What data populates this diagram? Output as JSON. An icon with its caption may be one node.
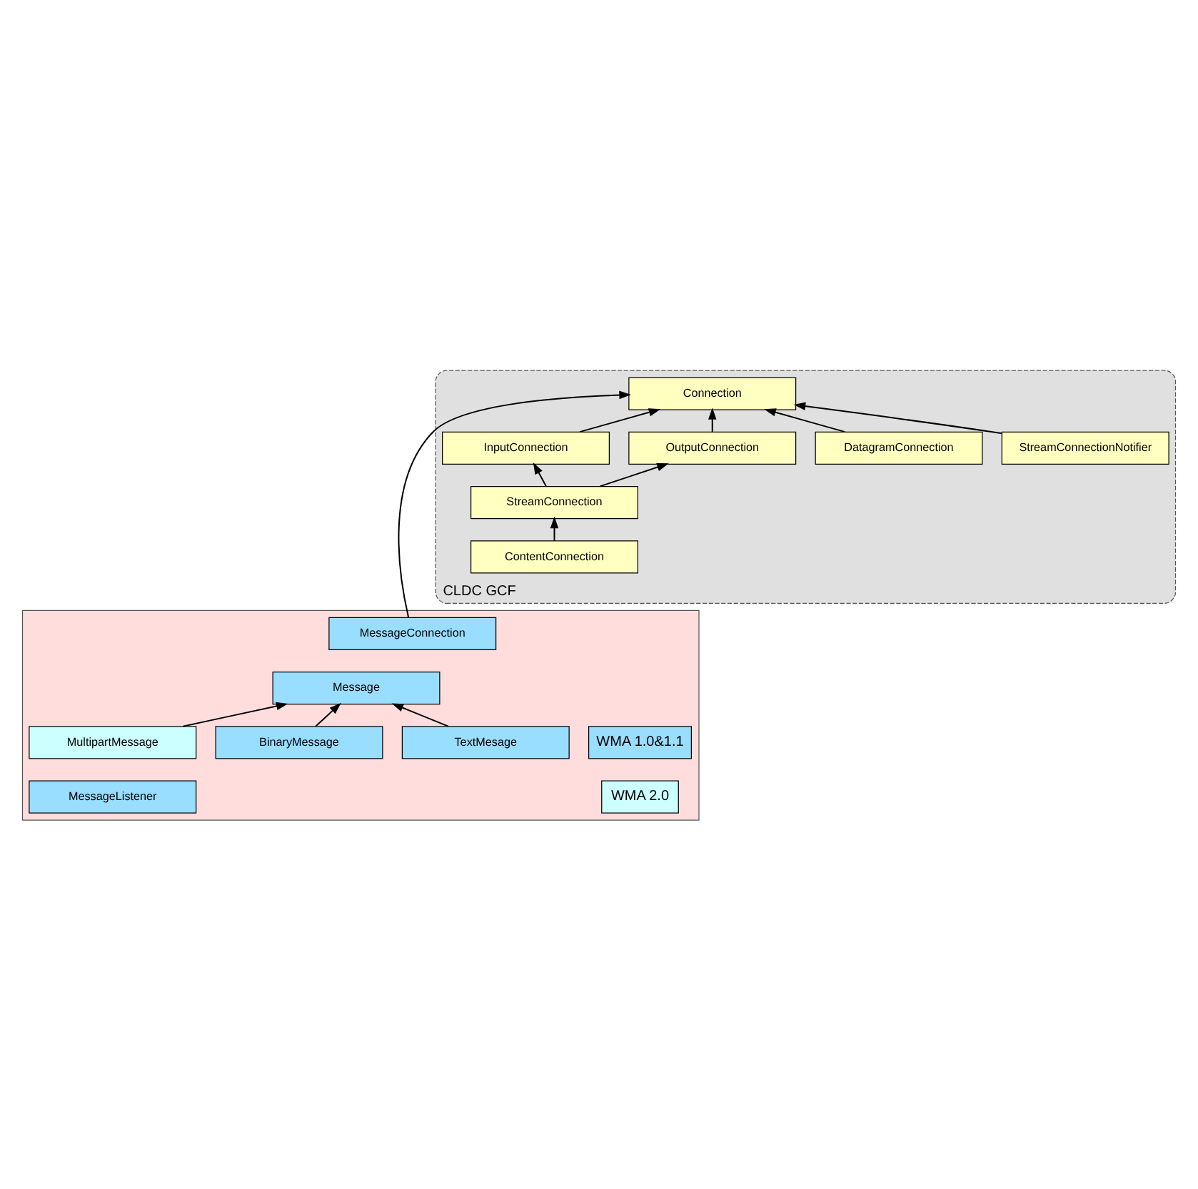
{
  "diagram": {
    "nodes": [
      {
        "text": [
          "CLDC GCF"
        ]
      },
      {
        "text": [
          "Connection"
        ],
        "in": 0
      },
      {
        "text": [
          "StreamConnectionNotifier"
        ],
        "in": 0
      },
      {
        "text": [
          "DatagramConnection"
        ],
        "in": 0
      },
      {
        "text": [
          "InputConnection"
        ],
        "in": 0
      },
      {
        "text": [
          "OutputConnection"
        ],
        "in": 0
      },
      {
        "text": [
          "StreamConnection"
        ],
        "in": 0
      },
      {
        "text": [
          "ContentConnection"
        ],
        "in": 0
      },
      {
        "text": [],
        "shape": "box"
      },
      {
        "text": [
          "MessageConnection"
        ],
        "in": 8
      },
      {
        "text": [
          "Message"
        ],
        "in": 8
      },
      {
        "text": [
          "TextMesage"
        ],
        "in": 8
      },
      {
        "text": [
          "MultipartMessage"
        ],
        "in": 8
      },
      {
        "text": [
          "BinaryMessage"
        ],
        "in": 8
      },
      {
        "text": [
          "MessageListener"
        ],
        "in": 8
      }
    ],
    "edges": [
      {
        "from": 2,
        "to": 1,
        "arrow": "to"
      },
      {
        "from": 3,
        "to": 1,
        "arrow": "to"
      },
      {
        "from": 4,
        "to": 1,
        "arrow": "to"
      },
      {
        "from": 5,
        "to": 1,
        "arrow": "to"
      },
      {
        "from": 6,
        "to": 4,
        "arrow": "to"
      },
      {
        "from": 6,
        "to": 5,
        "arrow": "to"
      },
      {
        "from": 7,
        "to": 6,
        "arrow": "to"
      },
      {
        "from": 9,
        "to": 1,
        "arrow": "to"
      },
      {
        "from": 11,
        "to": 10,
        "arrow": "to"
      },
      {
        "from": 12,
        "to": 10,
        "arrow": "to"
      },
      {
        "from": 13,
        "to": 10,
        "arrow": "to"
      }
    ],
    "legend": [
      {
        "text": "WMA 1.0&1.1",
        "color": "#99ddff"
      },
      {
        "text": "WMA 2.0",
        "color": "#ccffff"
      }
    ]
  }
}
